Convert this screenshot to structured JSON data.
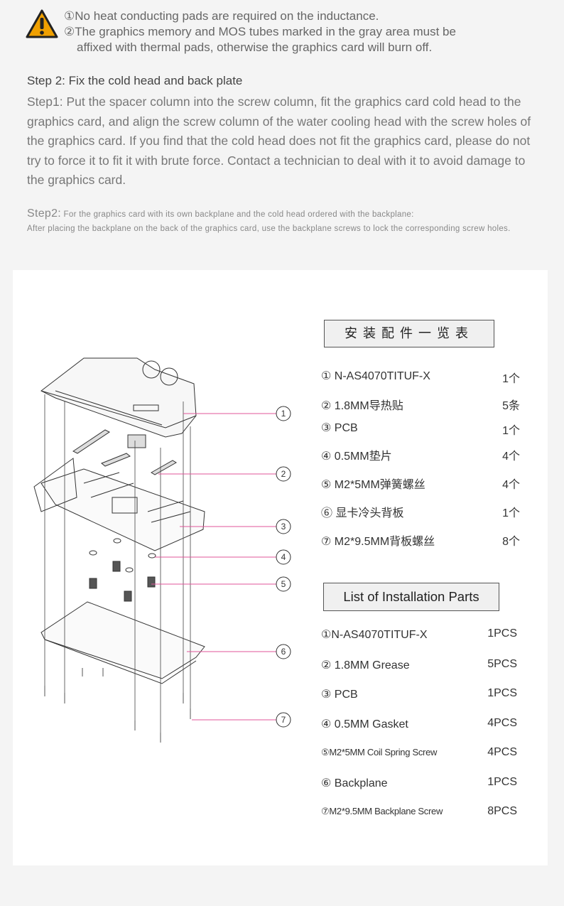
{
  "notes": [
    "①No heat conducting pads are required on the inductance.",
    "②The graphics memory and MOS tubes marked in the gray area must be",
    "affixed with thermal pads, otherwise the graphics card will burn off."
  ],
  "step_heading": "Step 2: Fix the cold head and back plate",
  "step1": "Step1: Put the spacer column into the screw column, fit the graphics card cold head to the graphics card, and align the screw column of the water cooling head with the screw holes of the graphics card. If you find that the cold head does not fit the graphics card, please do not try to force it to fit it with brute force. Contact a technician to deal with it to avoid damage to the graphics card.",
  "step2_label": "Step2:",
  "step2_line1": " For the graphics card with its own backplane and the cold head ordered with the backplane:",
  "step2_rest": "After placing the backplane on the back of the graphics card, use the backplane screws to lock the corresponding screw holes.",
  "callouts": [
    "1",
    "2",
    "3",
    "4",
    "5",
    "6",
    "7"
  ],
  "cn_list": {
    "title": "安装配件一览表",
    "items": [
      {
        "name": "① N-AS4070TITUF-X",
        "qty": "1个"
      },
      {
        "name": "② 1.8MM导热贴",
        "qty": "5条"
      },
      {
        "name": "③  PCB",
        "qty": "1个"
      },
      {
        "name": "④  0.5MM垫片",
        "qty": "4个"
      },
      {
        "name": "⑤ M2*5MM弹簧螺丝",
        "qty": "4个"
      },
      {
        "name": "⑥ 显卡冷头背板",
        "qty": "1个"
      },
      {
        "name": "⑦ M2*9.5MM背板螺丝",
        "qty": "8个"
      }
    ]
  },
  "en_list": {
    "title": "List of Installation Parts",
    "items": [
      {
        "name": "①N-AS4070TITUF-X",
        "qty": "1PCS"
      },
      {
        "name": "② 1.8MM Grease",
        "qty": "5PCS"
      },
      {
        "name": "③ PCB",
        "qty": "1PCS"
      },
      {
        "name": "④ 0.5MM Gasket",
        "qty": "4PCS"
      },
      {
        "name": "⑤M2*5MM Coil Spring Screw",
        "qty": "4PCS"
      },
      {
        "name": "⑥ Backplane",
        "qty": "1PCS"
      },
      {
        "name": "⑦M2*9.5MM Backplane Screw",
        "qty": "8PCS"
      }
    ]
  },
  "colors": {
    "callout_line": "#e0559a",
    "warning": "#f0a000"
  }
}
